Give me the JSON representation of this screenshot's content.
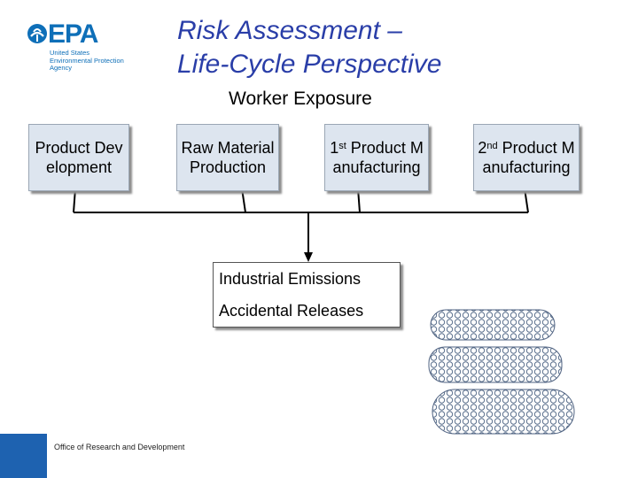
{
  "logo": {
    "word": "EPA",
    "sub": [
      "United States",
      "Environmental Protection",
      "Agency"
    ],
    "color": "#0e6fb8"
  },
  "title": {
    "line1": "Risk Assessment –",
    "line2": "Life-Cycle Perspective",
    "color": "#2a3ea8"
  },
  "subtitle": "Worker Exposure",
  "stages": [
    {
      "label": "Product Development"
    },
    {
      "label": "Raw Material Production"
    },
    {
      "ordinal": "1",
      "ordinal_suffix": "st",
      "label": "Product Manufacturing"
    },
    {
      "ordinal": "2",
      "ordinal_suffix": "nd",
      "label": "Product Manufacturing"
    }
  ],
  "emissions": {
    "line1": "Industrial Emissions",
    "line2": "Accidental Releases"
  },
  "footer": {
    "text": "Office of Research and Development",
    "color": "#1e62b0"
  },
  "colors": {
    "box_fill": "#dde5ef",
    "accent": "#2a3ea8"
  }
}
